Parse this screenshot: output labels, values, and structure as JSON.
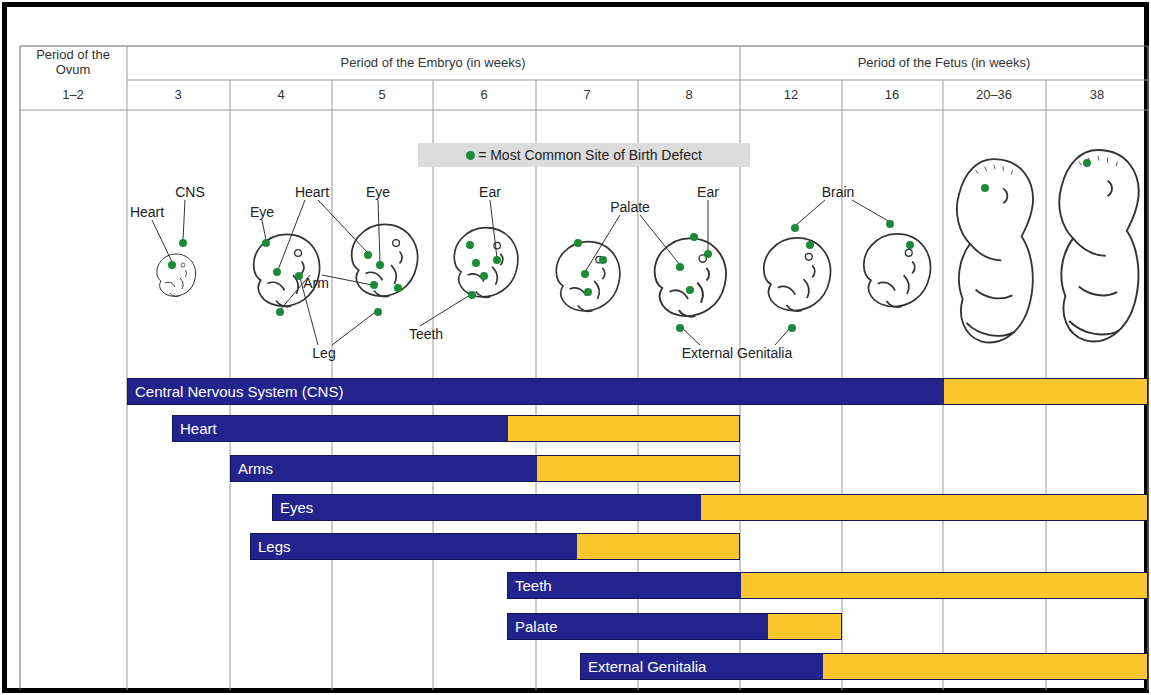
{
  "diagram": {
    "nodes": [
      {
        "text": [
          "Central Nervous System (CNS)"
        ]
      },
      {
        "text": [
          "Heart"
        ]
      },
      {
        "text": [
          "Arms"
        ]
      },
      {
        "text": [
          "Eyes"
        ]
      },
      {
        "text": [
          "Legs"
        ]
      },
      {
        "text": [
          "Teeth"
        ]
      },
      {
        "text": [
          "Palate"
        ]
      },
      {
        "text": [
          "External Genitalia"
        ]
      }
    ],
    "labels": [
      "Period of the Ovum",
      "Period of the Embryo (in weeks)",
      "Period of the Fetus (in weeks)",
      "1–2",
      "3",
      "4",
      "5",
      "6",
      "7",
      "8",
      "12",
      "16",
      "20–36",
      "38",
      "CNS",
      "Heart",
      "Eye",
      "Heart",
      "Eye",
      "Arm",
      "Leg",
      "Teeth",
      "Ear",
      "Palate",
      "Ear",
      "External Genitalia",
      "Brain"
    ],
    "legend": [
      {
        "text": "= Most Common Site of Birth Defect",
        "color": "#1d8a3a"
      }
    ]
  }
}
